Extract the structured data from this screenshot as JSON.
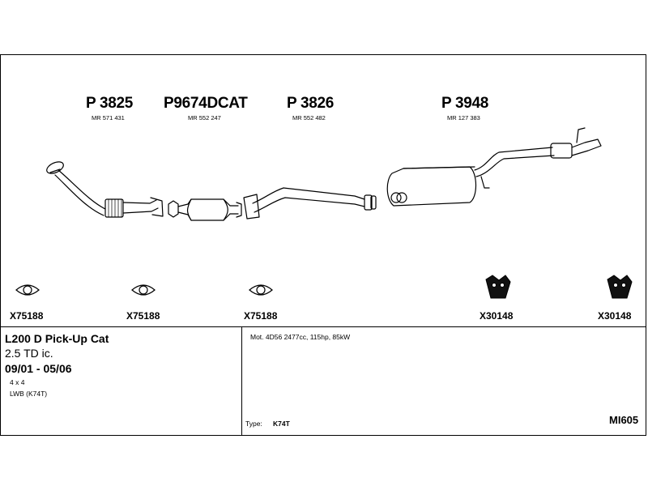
{
  "parts": [
    {
      "id": "p1",
      "number": "P 3825",
      "ref": "MR 571 431"
    },
    {
      "id": "p2",
      "number": "P9674DCAT",
      "ref": "MR 552 247"
    },
    {
      "id": "p3",
      "number": "P 3826",
      "ref": "MR 552 482"
    },
    {
      "id": "p4",
      "number": "P 3948",
      "ref": "MR 127 383"
    }
  ],
  "accessories": [
    {
      "code": "X75188",
      "icon": "gasket-icon"
    },
    {
      "code": "X75188",
      "icon": "gasket-icon"
    },
    {
      "code": "X75188",
      "icon": "gasket-icon"
    },
    {
      "code": "X30148",
      "icon": "rubber-mount-icon"
    },
    {
      "code": "X30148",
      "icon": "rubber-mount-icon"
    }
  ],
  "vehicle": {
    "model": "L200 D Pick-Up Cat",
    "engine": "2.5 TD ic.",
    "years": "09/01 - 05/06",
    "drive": "4 x 4",
    "wheelbase": "LWB (K74T)"
  },
  "motor_spec": "Mot. 4D56 2477cc, 115hp, 85kW",
  "type": {
    "label": "Type:",
    "value": "K74T"
  },
  "ref_code": "MI605"
}
